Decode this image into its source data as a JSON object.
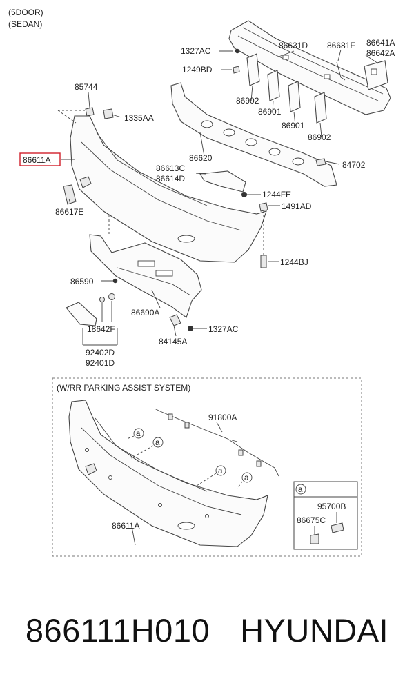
{
  "header": {
    "variant_line1": "(5DOOR)",
    "variant_line2": "(SEDAN)"
  },
  "labels": {
    "l1327AC_top": "1327AC",
    "l86631D": "86631D",
    "l86681F": "86681F",
    "l86641A": "86641A",
    "l86642A": "86642A",
    "l1249BD": "1249BD",
    "l86902_a": "86902",
    "l86901_a": "86901",
    "l86901_b": "86901",
    "l86902_b": "86902",
    "l85744": "85744",
    "l1335AA": "1335AA",
    "l86611A_top": "86611A",
    "l86620": "86620",
    "l84702": "84702",
    "l86613C": "86613C",
    "l86614D": "86614D",
    "l1244FE": "1244FE",
    "l1491AD": "1491AD",
    "l86617E": "86617E",
    "l1244BJ": "1244BJ",
    "l86590": "86590",
    "l86690A": "86690A",
    "l1327AC_bot": "1327AC",
    "l18642F": "18642F",
    "l84145A": "84145A",
    "l92402D": "92402D",
    "l92401D": "92401D"
  },
  "assist_box": {
    "title": "(W/RR PARKING ASSIST SYSTEM)",
    "l91800A": "91800A",
    "l86611A": "86611A",
    "callout": "a",
    "inset": {
      "callout": "a",
      "l95700B": "95700B",
      "l86675C": "86675C"
    }
  },
  "highlight_color": "#d11f2a",
  "footer": {
    "part_number": "866111H010",
    "brand": "HYUNDAI"
  }
}
